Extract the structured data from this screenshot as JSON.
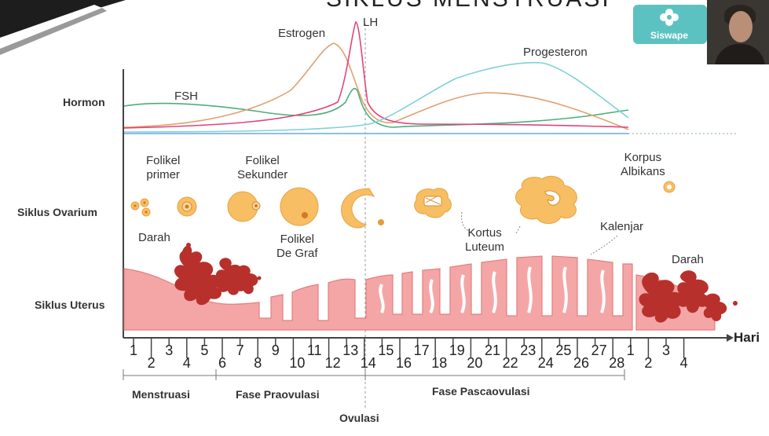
{
  "title": "SIKLUS MENSTRUASI",
  "brand": {
    "name": "Siswapedia",
    "visible_text": "Siswape",
    "color": "#5cc2c1"
  },
  "row_labels": {
    "hormon": "Hormon",
    "ovarium": "Siklus Ovarium",
    "uterus": "Siklus Uterus"
  },
  "hormones": {
    "fsh": {
      "label": "FSH",
      "color": "#4caf7d"
    },
    "estrogen": {
      "label": "Estrogen",
      "color": "#e0a070"
    },
    "lh": {
      "label": "LH",
      "color": "#e0457b"
    },
    "progesteron": {
      "label": "Progesteron",
      "color": "#7fd1d6"
    },
    "baseline_color": "#6aa9e0"
  },
  "ovary_labels": {
    "folikel_primer": "Folikel\nprimer",
    "folikel_sekunder": "Folikel\nSekunder",
    "folikel_de_graf": "Folikel\nDe Graf",
    "darah_left": "Darah",
    "korpus_luteum": "Kortus\nLuteum",
    "korpus_albikans": "Korpus\nAlbikans",
    "kalenjar": "Kalenjar",
    "darah_right": "Darah"
  },
  "colors": {
    "follicle": "#f7be63",
    "follicle_stroke": "#e9a23f",
    "uterus": "#f4a6a6",
    "uterus_stroke": "#e57d7d",
    "blood": "#b8302c"
  },
  "axis": {
    "unit_label": "Hari",
    "ticks_upper": [
      "1",
      "3",
      "5",
      "7",
      "9",
      "11",
      "13",
      "15",
      "17",
      "19",
      "21",
      "23",
      "25",
      "27",
      "1",
      "3"
    ],
    "ticks_lower": [
      "2",
      "4",
      "6",
      "8",
      "10",
      "12",
      "14",
      "16",
      "18",
      "20",
      "22",
      "24",
      "26",
      "28",
      "2",
      "4"
    ]
  },
  "phases": {
    "menstruasi": "Menstruasi",
    "praovulasi": "Fase Praovulasi",
    "pascaovulasi": "Fase Pascaovulasi",
    "ovulasi": "Ovulasi"
  }
}
